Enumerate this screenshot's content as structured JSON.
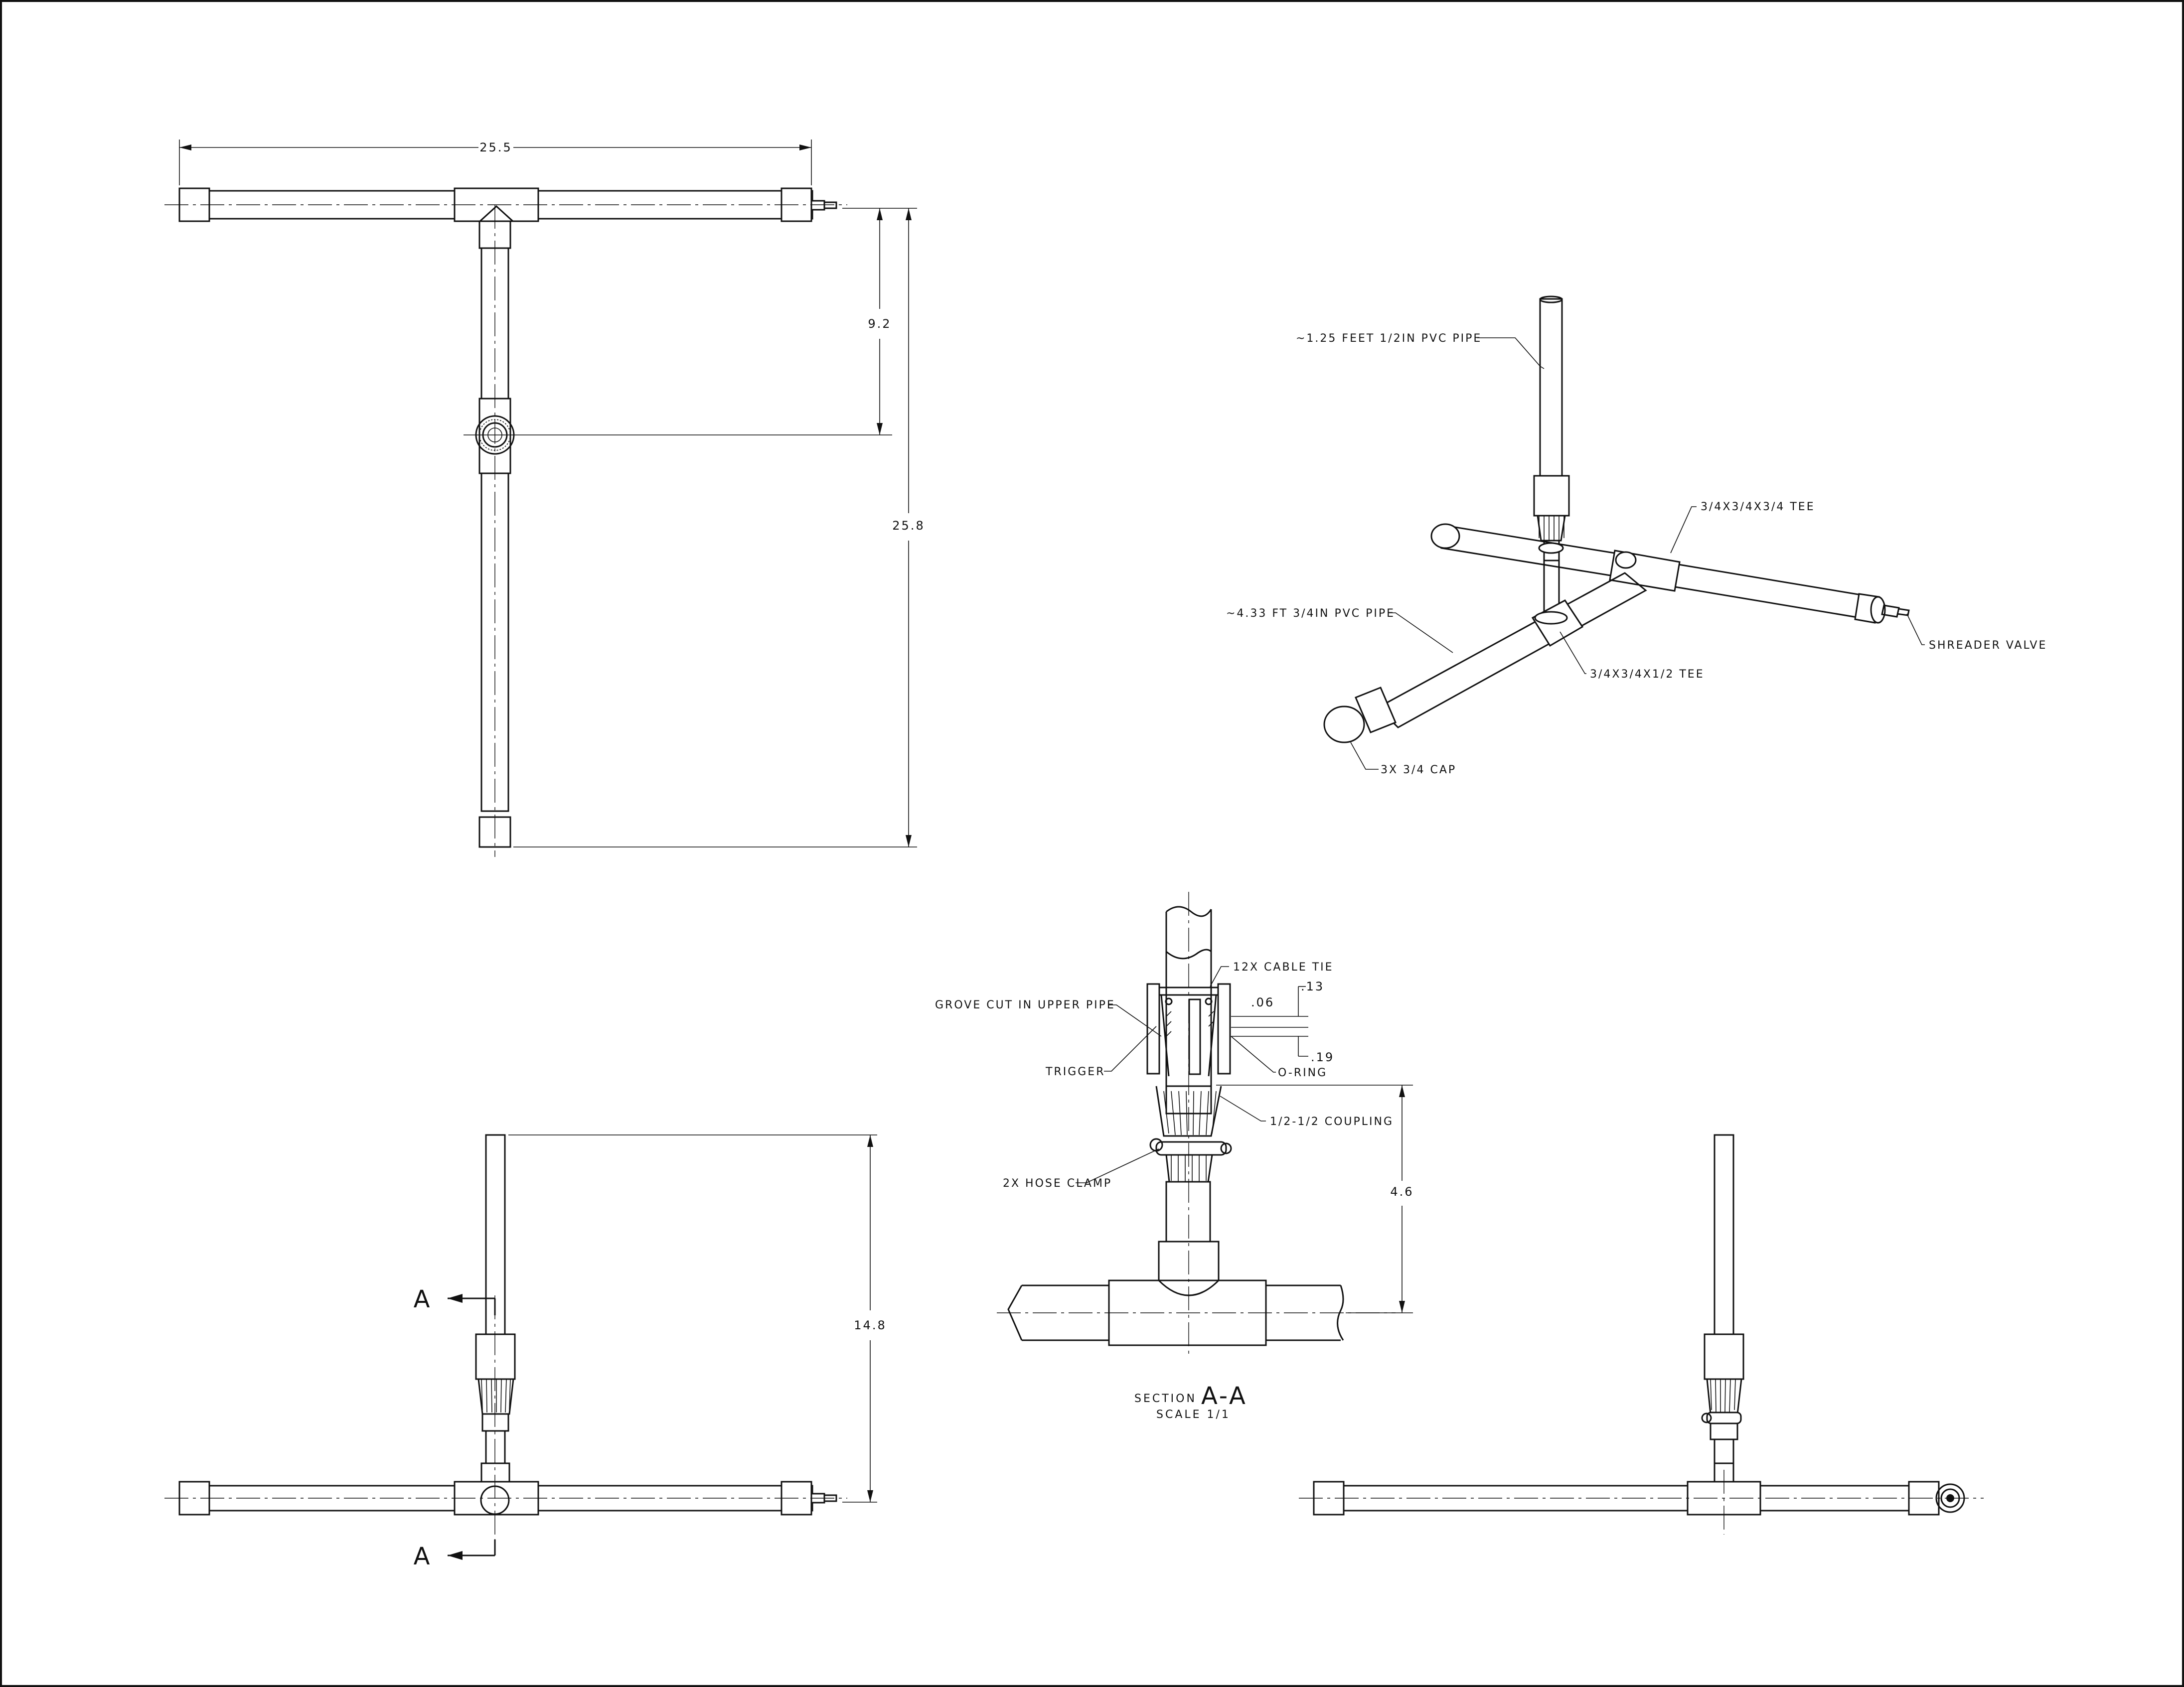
{
  "dimensions": {
    "top_width": "25.5",
    "tee_offset": "9.2",
    "top_height": "25.8",
    "front_height": "14.8",
    "section_height": "4.6",
    "gap_06": ".06",
    "gap_13": ".13",
    "gap_19": ".19"
  },
  "callouts": {
    "upper_pipe": "~1.25 FEET 1/2IN PVC PIPE",
    "big_tee": "3/4X3/4X3/4 TEE",
    "long_pipe": "~4.33 FT 3/4IN PVC PIPE",
    "small_tee": "3/4X3/4X1/2 TEE",
    "valve": "SHREADER VALVE",
    "caps": "3X 3/4 CAP",
    "cable_tie": "12X CABLE TIE",
    "grove": "GROVE CUT IN UPPER PIPE",
    "trigger": "TRIGGER",
    "oring": "O-RING",
    "coupling": "1/2-1/2 COUPLING",
    "hose_clamp": "2X HOSE CLAMP"
  },
  "section": {
    "arrow_label": "A",
    "title_word": "SECTION",
    "title_id": "A-A",
    "scale": "SCALE  1/1"
  }
}
